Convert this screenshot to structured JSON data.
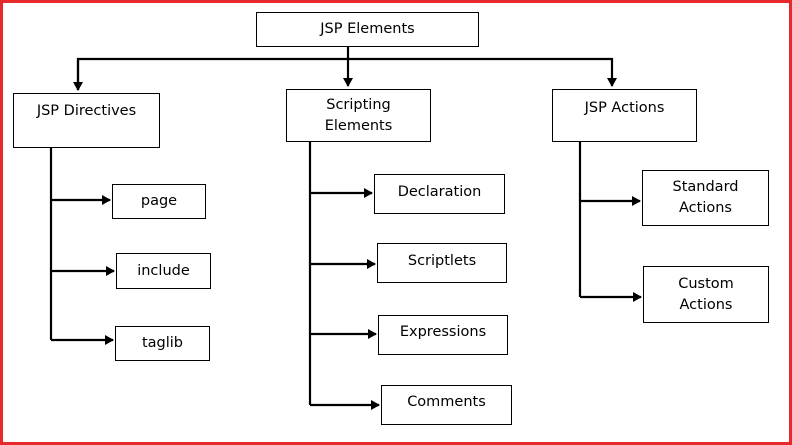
{
  "diagram": {
    "root": {
      "label": "JSP Elements"
    },
    "categories": [
      {
        "label": "JSP Directives",
        "children": [
          "page",
          "include",
          "taglib"
        ]
      },
      {
        "label": "Scripting\nElements",
        "children": [
          "Declaration",
          "Scriptlets",
          "Expressions",
          "Comments"
        ]
      },
      {
        "label": "JSP Actions",
        "children": [
          "Standard\nActions",
          "Custom\nActions"
        ]
      }
    ]
  },
  "colors": {
    "frame": "#e8292b",
    "line": "#000000",
    "box_border": "#000000",
    "background": "#ffffff"
  }
}
